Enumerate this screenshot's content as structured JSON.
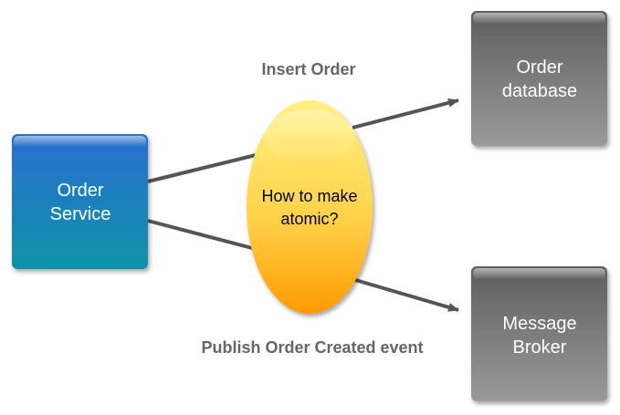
{
  "nodes": {
    "order_service": {
      "line1": "Order",
      "line2": "Service"
    },
    "order_database": {
      "line1": "Order",
      "line2": "database"
    },
    "message_broker": {
      "line1": "Message",
      "line2": "Broker"
    },
    "question": {
      "line1": "How to make",
      "line2": "atomic?"
    }
  },
  "edges": {
    "insert_order": "Insert Order",
    "publish_event": "Publish Order Created event"
  },
  "colors": {
    "service_top": "#2a6fd0",
    "service_bottom": "#0f93a8",
    "box_top": "#5e5e5e",
    "box_bottom": "#9a9a9a",
    "ellipse_top": "#fff080",
    "ellipse_bottom": "#ff9a00",
    "arrow": "#555555",
    "edge_label": "#666666"
  }
}
